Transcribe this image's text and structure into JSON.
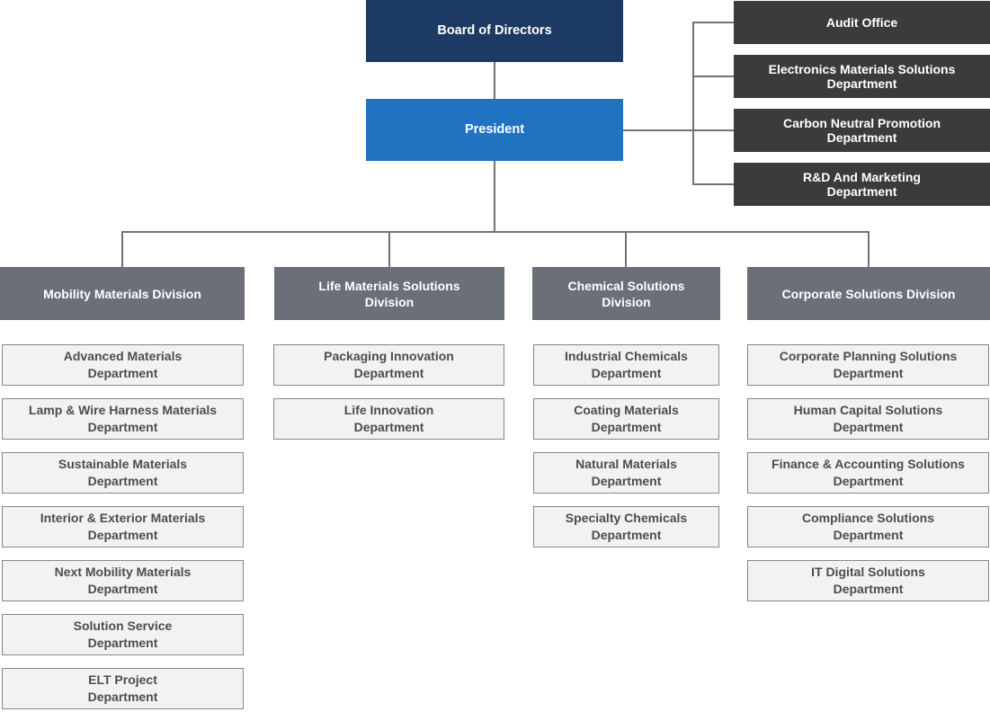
{
  "chart": {
    "board": {
      "label": "Board of Directors"
    },
    "president": {
      "label": "President"
    },
    "staff": [
      {
        "label": "Audit Office"
      },
      {
        "label": "Electronics Materials Solutions\nDepartment"
      },
      {
        "label": "Carbon Neutral Promotion\nDepartment"
      },
      {
        "label": "R&D And Marketing\nDepartment"
      }
    ],
    "divisions": [
      {
        "label": "Mobility Materials Division",
        "departments": [
          "Advanced Materials\nDepartment",
          "Lamp & Wire Harness Materials\nDepartment",
          "Sustainable Materials\nDepartment",
          "Interior & Exterior Materials\nDepartment",
          "Next Mobility Materials\nDepartment",
          "Solution Service\nDepartment",
          "ELT Project\nDepartment"
        ]
      },
      {
        "label": "Life Materials Solutions\nDivision",
        "departments": [
          "Packaging Innovation\nDepartment",
          "Life Innovation\nDepartment"
        ]
      },
      {
        "label": "Chemical Solutions\nDivision",
        "departments": [
          "Industrial Chemicals\nDepartment",
          "Coating Materials\nDepartment",
          "Natural Materials\nDepartment",
          "Specialty Chemicals\nDepartment"
        ]
      },
      {
        "label": "Corporate Solutions Division",
        "departments": [
          "Corporate Planning Solutions\nDepartment",
          "Human Capital Solutions\nDepartment",
          "Finance & Accounting Solutions\nDepartment",
          "Compliance Solutions\nDepartment",
          "IT Digital Solutions\nDepartment"
        ]
      }
    ],
    "colors": {
      "board_bg": "#1c3a64",
      "president_bg": "#2173c2",
      "staff_bg": "#3b3b3b",
      "division_bg": "#6b7078",
      "department_bg": "#f2f2f2",
      "department_border": "#84878c",
      "department_text": "#4a4d50",
      "connector": "#6e737b"
    }
  }
}
